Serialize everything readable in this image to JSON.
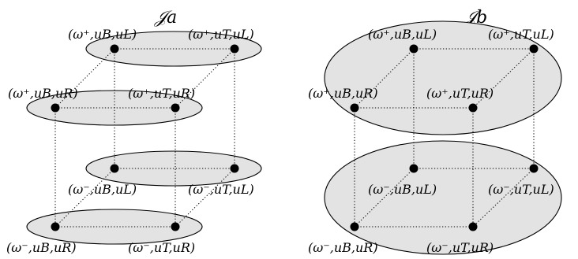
{
  "diagrams": [
    {
      "title": "𝒥a",
      "nodes": [
        {
          "id": "pBL",
          "label": "(ω⁺,uB,uL)"
        },
        {
          "id": "pTL",
          "label": "(ω⁺,uT,uL)"
        },
        {
          "id": "pBR",
          "label": "(ω⁺,uB,uR)"
        },
        {
          "id": "pTR",
          "label": "(ω⁺,uT,uR)"
        },
        {
          "id": "mBL",
          "label": "(ω⁻,uB,uL)"
        },
        {
          "id": "mTL",
          "label": "(ω⁻,uT,uL)"
        },
        {
          "id": "mBR",
          "label": "(ω⁻,uB,uR)"
        },
        {
          "id": "mTR",
          "label": "(ω⁻,uT,uR)"
        }
      ],
      "groups": [
        [
          "pBL",
          "pTL"
        ],
        [
          "pBR",
          "pTR"
        ],
        [
          "mBL",
          "mTL"
        ],
        [
          "mBR",
          "mTR"
        ]
      ]
    },
    {
      "title": "𝒥b",
      "nodes": [
        {
          "id": "pBL",
          "label": "(ω⁺,uB,uL)"
        },
        {
          "id": "pTL",
          "label": "(ω⁺,uT,uL)"
        },
        {
          "id": "pBR",
          "label": "(ω⁺,uB,uR)"
        },
        {
          "id": "pTR",
          "label": "(ω⁺,uT,uR)"
        },
        {
          "id": "mBL",
          "label": "(ω⁻,uB,uL)"
        },
        {
          "id": "mTL",
          "label": "(ω⁻,uT,uL)"
        },
        {
          "id": "mBR",
          "label": "(ω⁻,uB,uR)"
        },
        {
          "id": "mTR",
          "label": "(ω⁻,uT,uR)"
        }
      ],
      "groups": [
        [
          "pBL",
          "pTL",
          "pBR",
          "pTR"
        ],
        [
          "mBL",
          "mTL",
          "mBR",
          "mTR"
        ]
      ]
    }
  ]
}
